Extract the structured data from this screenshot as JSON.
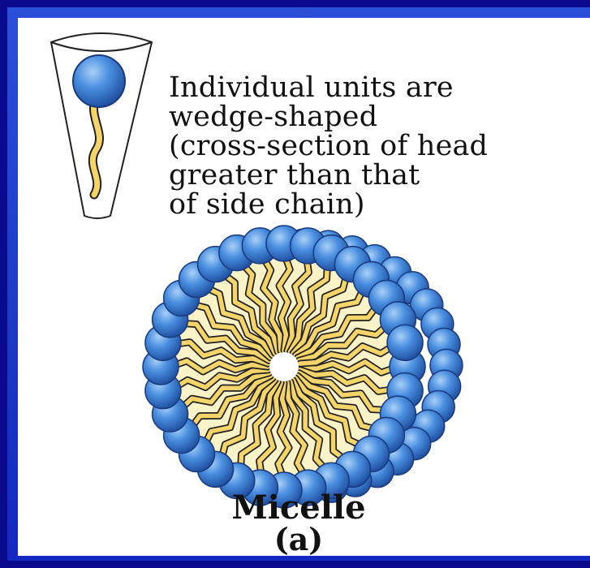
{
  "colors": {
    "frame_outer": "#0a0a8e",
    "frame_inner": "#1f3fd0",
    "head": "#3b7fd0",
    "tail": "#f5d46a",
    "core": "#fbf3c8"
  },
  "icons": {
    "wedge": "wedge-unit-icon",
    "micelle": "micelle-icon"
  },
  "description": "Individual units are\nwedge-shaped\n(cross-section of head\ngreater than that\nof side chain)",
  "title": "Micelle",
  "sublabel": "(a)"
}
